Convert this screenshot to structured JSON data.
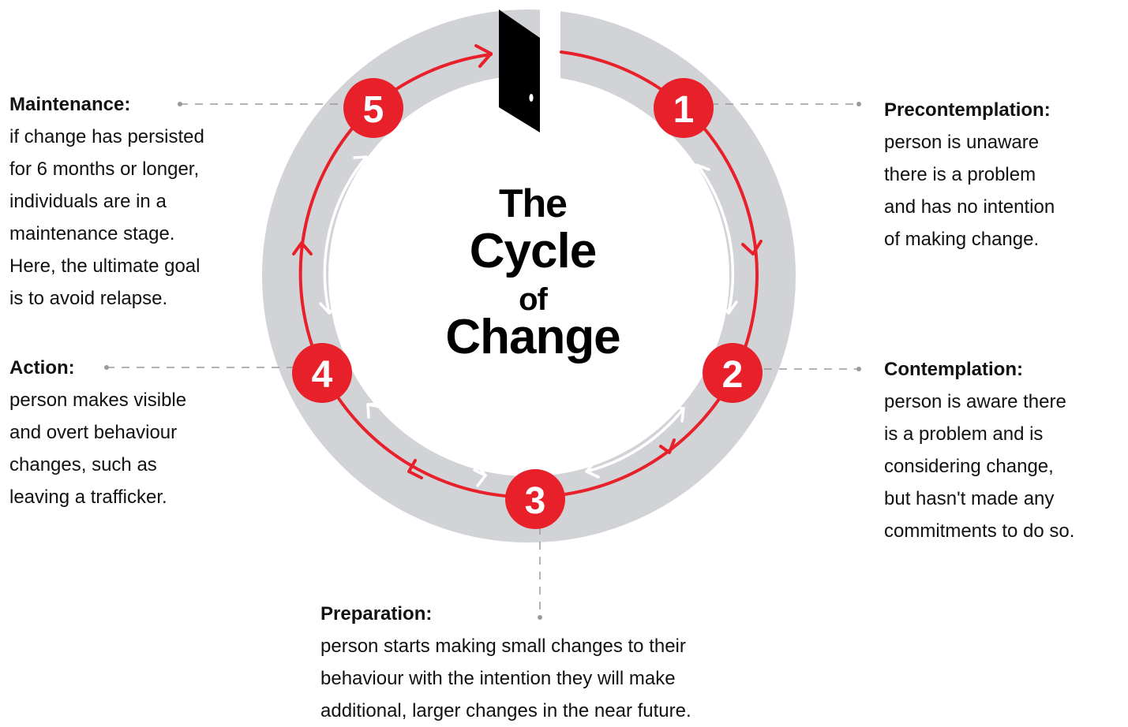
{
  "title": {
    "line1": "The",
    "line2": "Cycle",
    "line3": "of",
    "line4": "Change"
  },
  "stages": {
    "precontemplation": {
      "number": "1",
      "title": "Precontemplation:",
      "description": "person is unaware\nthere is a problem\nand has no intention\nof making change."
    },
    "contemplation": {
      "number": "2",
      "title": "Contemplation:",
      "description": "person is aware there\nis a problem and is\nconsidering change,\nbut hasn't made any\ncommitments to do so."
    },
    "preparation": {
      "number": "3",
      "title": "Preparation:",
      "description": "person starts making small changes to their\nbehaviour with the intention they will make\nadditional, larger changes in the near future."
    },
    "action": {
      "number": "4",
      "title": "Action:",
      "description": "person makes visible\nand overt behaviour\nchanges, such as\nleaving a trafficker."
    },
    "maintenance": {
      "number": "5",
      "title": "Maintenance:",
      "description": "if change has persisted\nfor 6 months or longer,\nindividuals are in a\nmaintenance stage.\nHere, the ultimate goal\nis to avoid relapse."
    }
  },
  "colors": {
    "ring": "#d1d3d7",
    "accent_red": "#e8202a",
    "leader_line": "#9a9a9a",
    "door": "#000000",
    "text": "#111111"
  },
  "icons": {
    "door": "door-icon",
    "cycle_arrow": "red-cycle-arrow-icon",
    "bidirectional_arrow": "white-double-arrow-icon"
  }
}
